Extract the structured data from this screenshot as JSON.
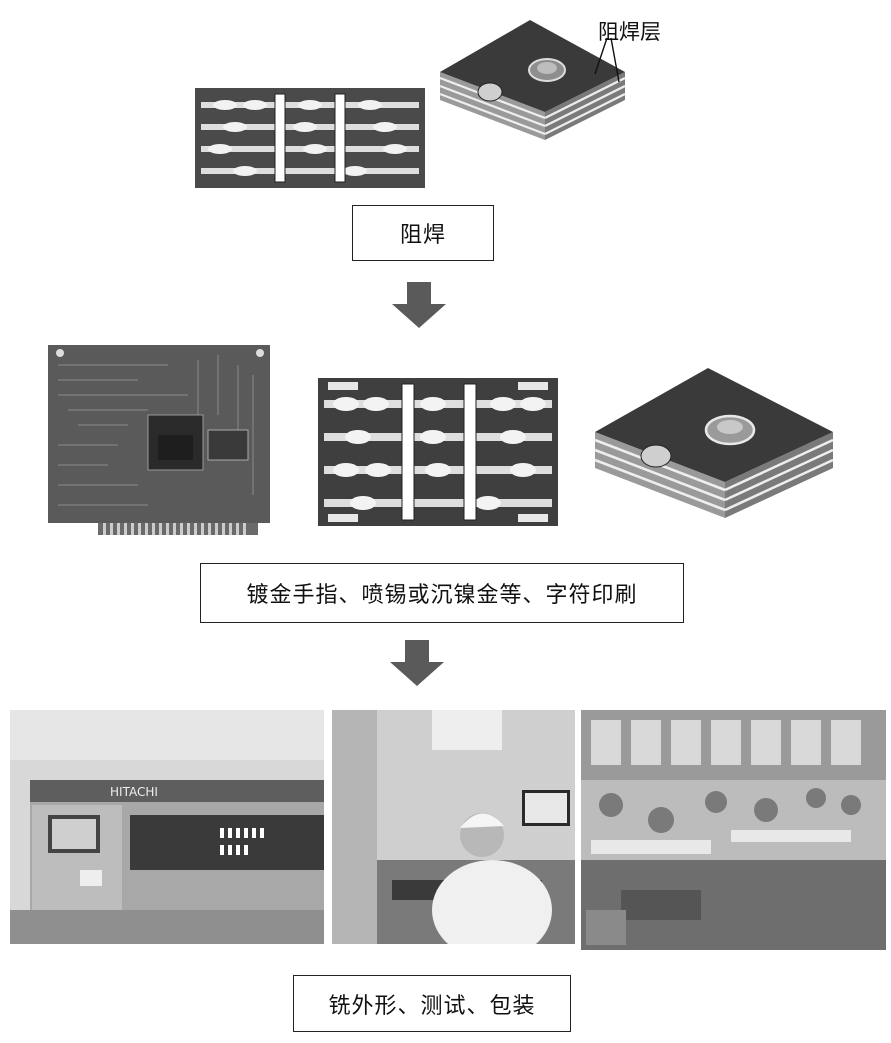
{
  "labels": {
    "solder_mask_layer": "阻焊层",
    "step_solder_mask": "阻焊",
    "step_finish": "镀金手指、喷锡或沉镍金等、字符印刷",
    "step_final": "铣外形、测试、包装"
  },
  "panels": {
    "photo_machine_brand": "HITACHI"
  },
  "colors": {
    "mask": "#3a3a3a",
    "copper": "#dcdcdc",
    "core": "#8a8a8a",
    "arrow": "#5a5a5a"
  }
}
